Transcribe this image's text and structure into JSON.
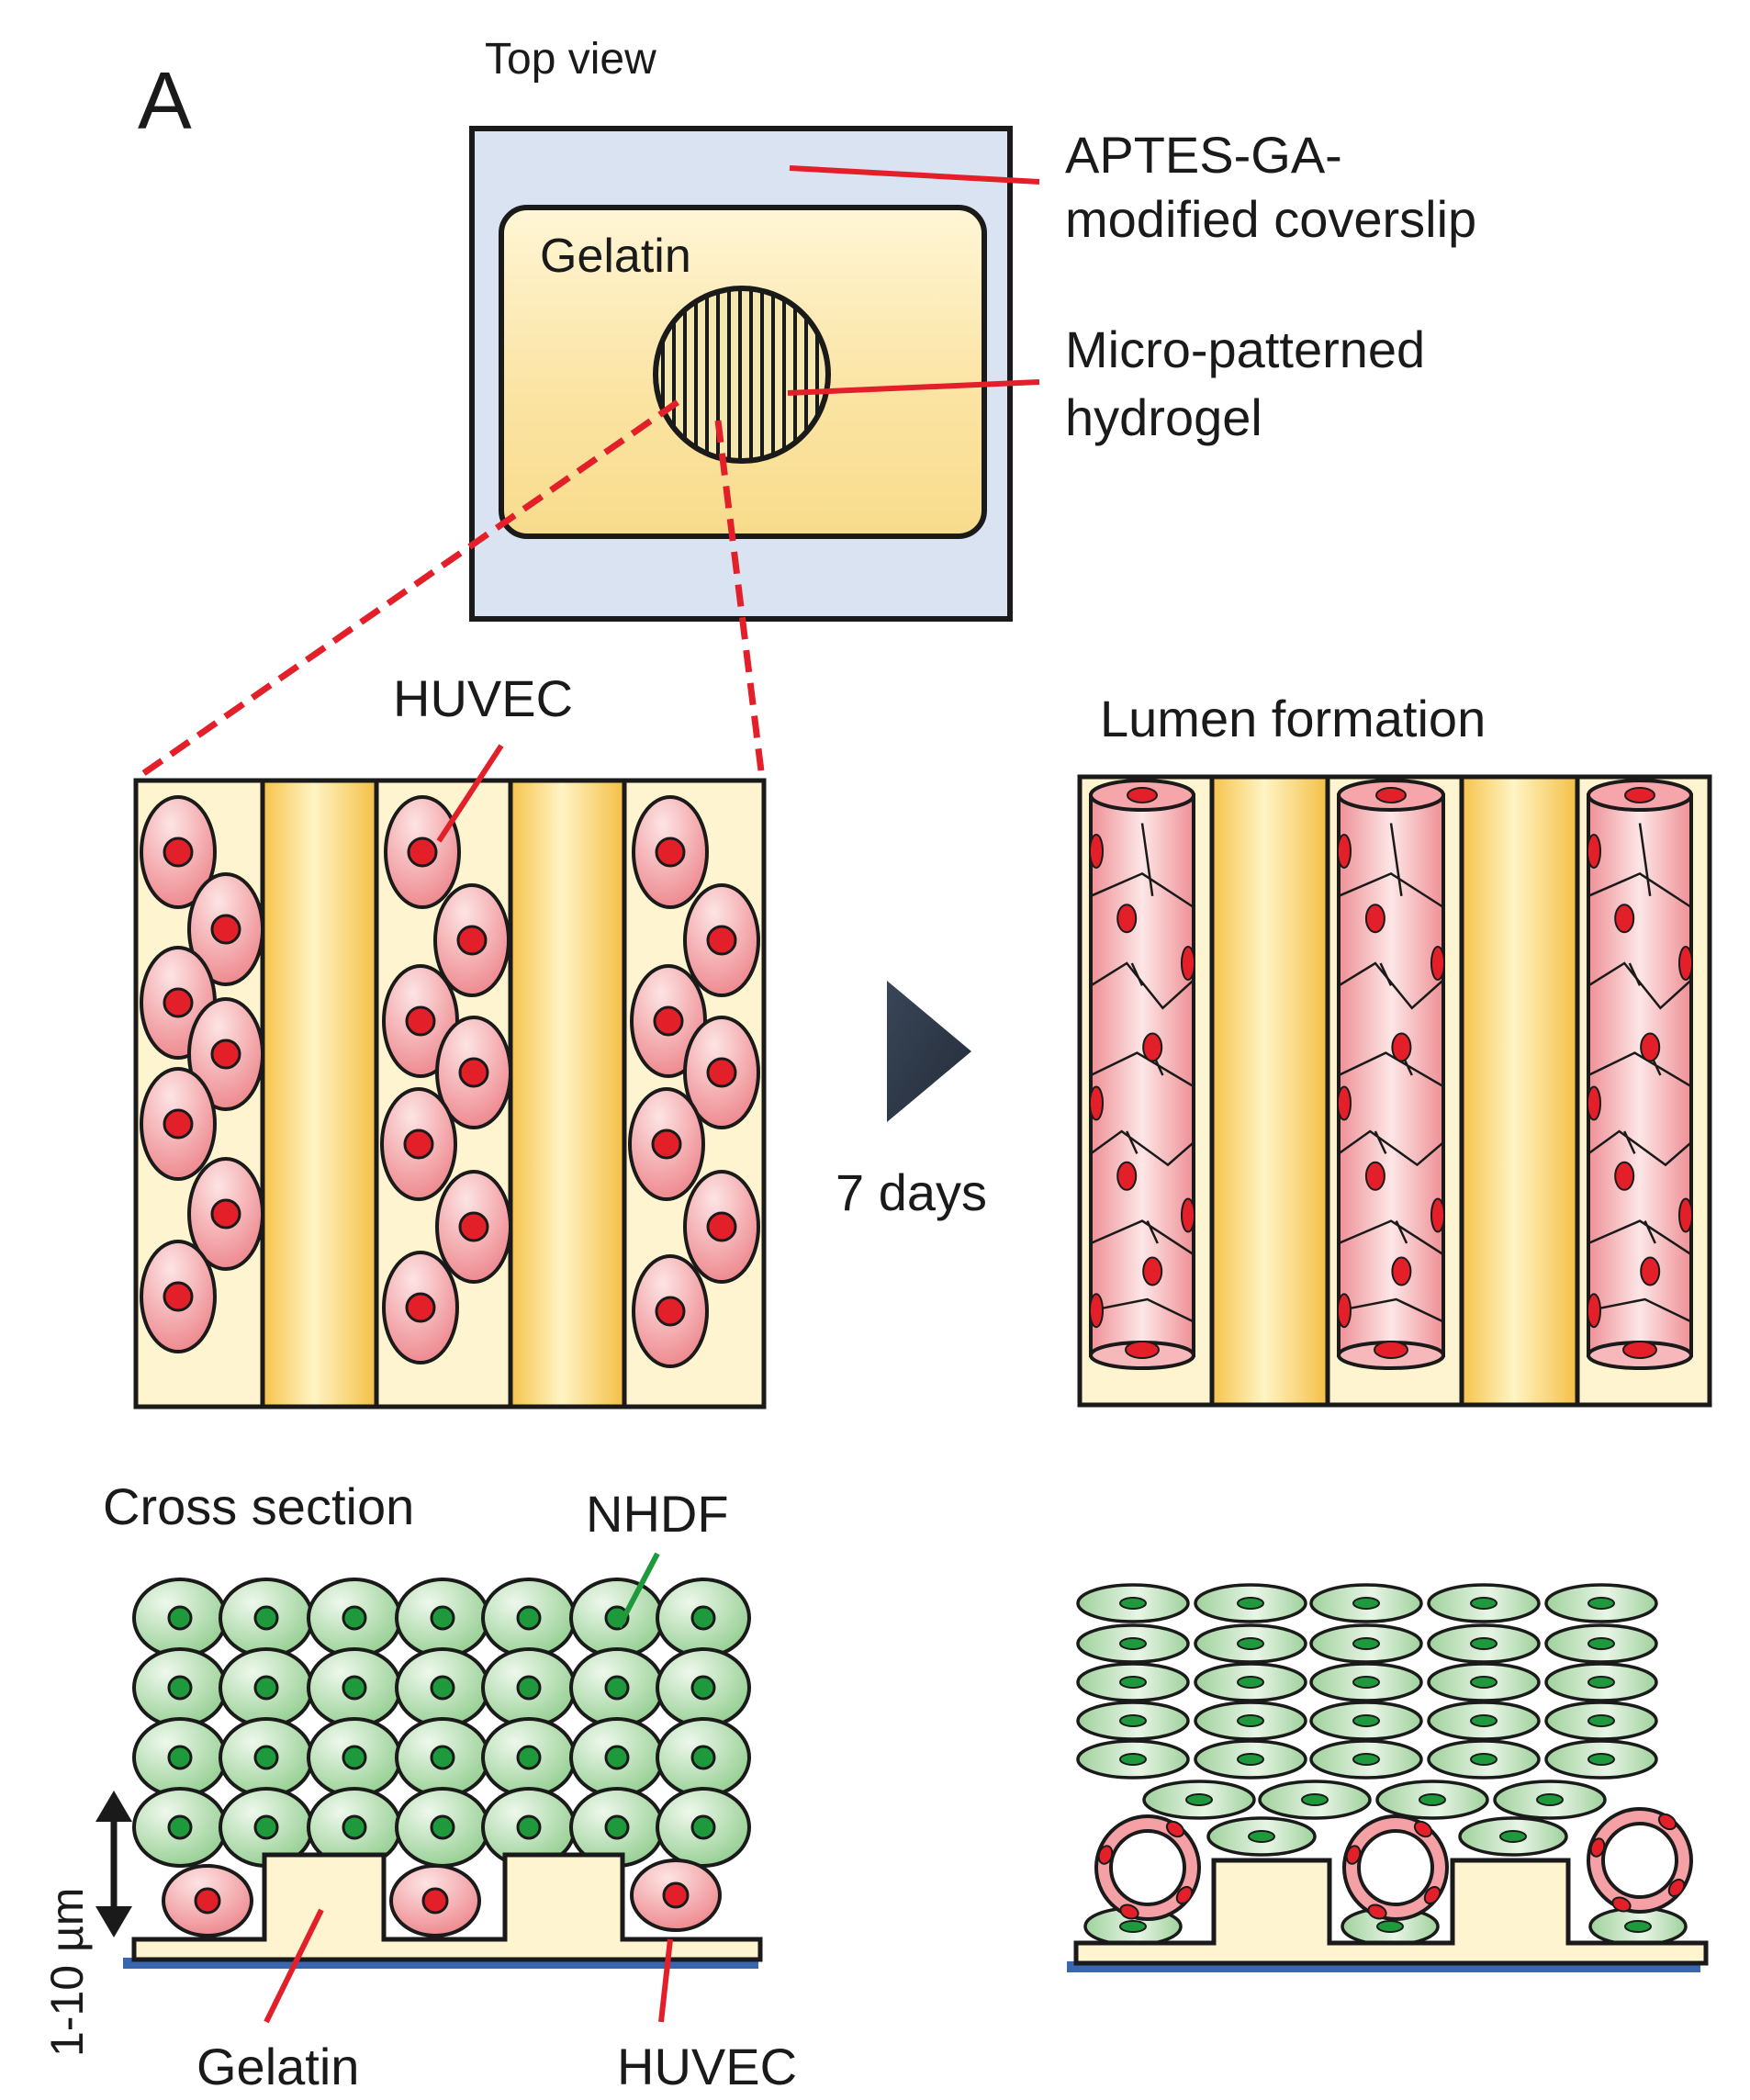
{
  "panel_letter": "A",
  "top_view": {
    "title": "Top view",
    "coverslip_label_line1": "APTES-GA-",
    "coverslip_label_line2": "modified  coverslip",
    "gelatin_label": "Gelatin",
    "hydrogel_label_line1": "Micro-patterned",
    "hydrogel_label_line2": "hydrogel"
  },
  "seeding_view": {
    "huvec_label": "HUVEC"
  },
  "transition": {
    "label": "7 days"
  },
  "lumen_view": {
    "title": "Lumen formation"
  },
  "cross_section": {
    "title": "Cross section",
    "nhdf_label": "NHDF",
    "height_label": "1-10 µm",
    "gelatin_label": "Gelatin",
    "huvec_label": "HUVEC"
  },
  "colors": {
    "coverslip": "#d9e3f1",
    "gelatin": "#fdedb8",
    "channel_gold": "#f5cb5a",
    "huvec_pink": "#f09a9e",
    "huvec_nucleus": "#e3202a",
    "nhdf_green": "#a9d6a5",
    "nhdf_nucleus": "#1e9a3c",
    "pointer_red": "#e3202a",
    "pointer_green": "#1e9a3c",
    "coverslip_base_blue": "#3a66b0",
    "arrow": "#2f3b4c"
  }
}
